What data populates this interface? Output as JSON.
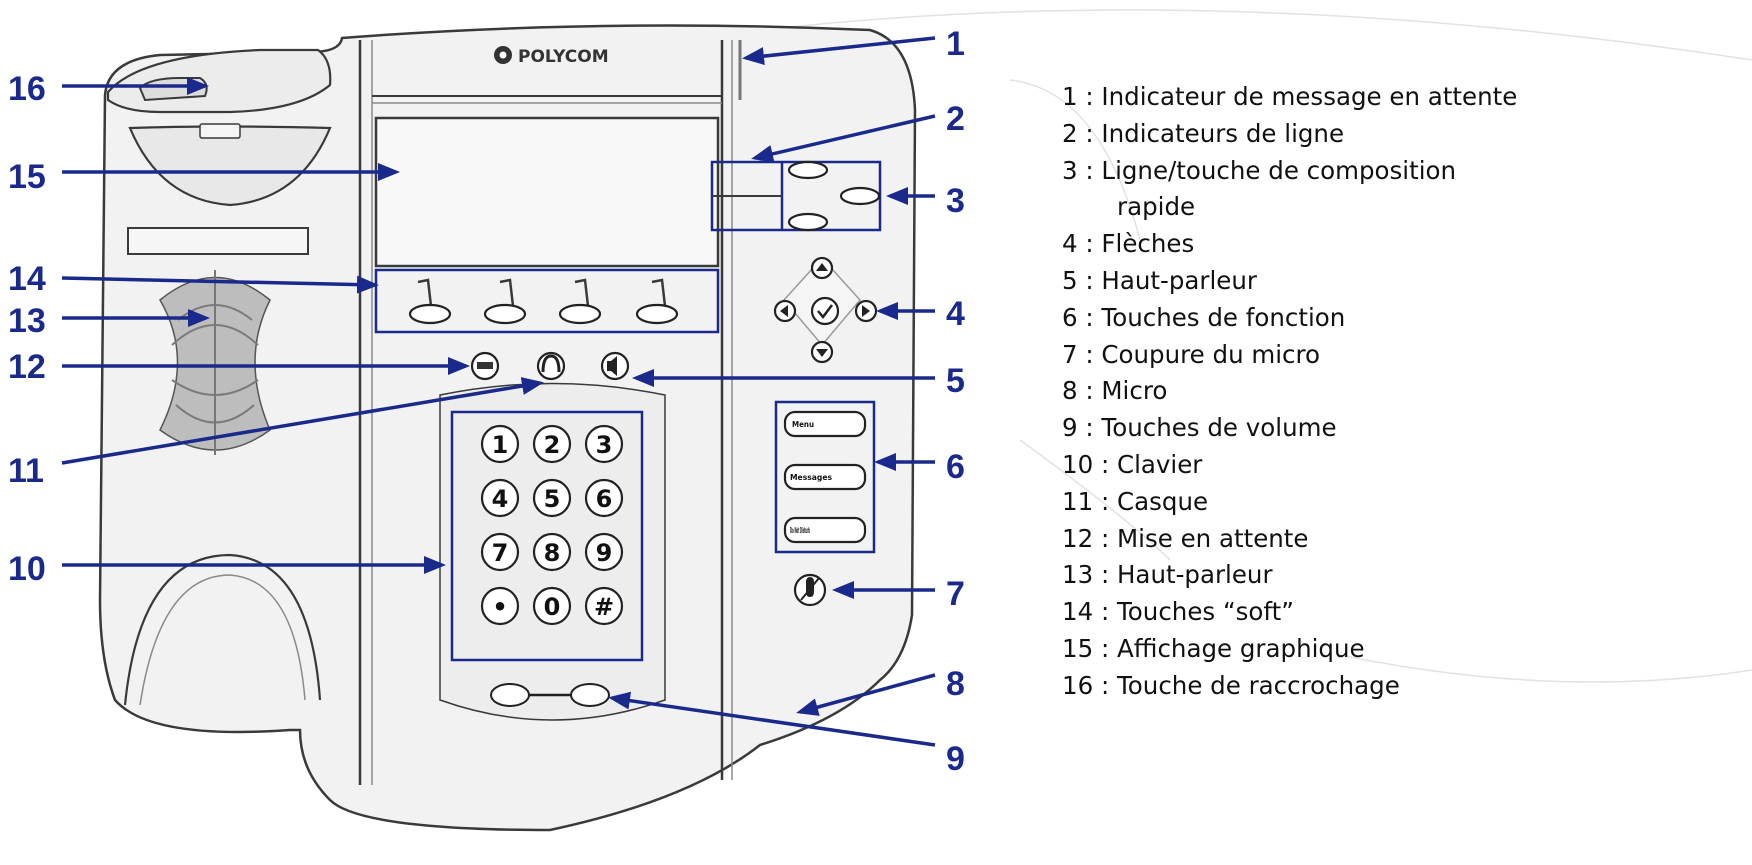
{
  "phone": {
    "brand": "POLYCOM"
  },
  "callouts": [
    "1",
    "2",
    "3",
    "4",
    "5",
    "6",
    "7",
    "8",
    "9",
    "10",
    "11",
    "12",
    "13",
    "14",
    "15",
    "16"
  ],
  "keypad": {
    "keys": [
      "1",
      "2",
      "3",
      "4",
      "5",
      "6",
      "7",
      "8",
      "9",
      "•",
      "0",
      "#"
    ]
  },
  "function_keys": [
    "Menu",
    "Messages",
    "Do Not Disturb"
  ],
  "legend": [
    {
      "text": "1 : Indicateur de message en attente"
    },
    {
      "text": "2 : Indicateurs de ligne"
    },
    {
      "text": "3 : Ligne/touche de composition",
      "continuation": "rapide"
    },
    {
      "text": "4 : Flèches"
    },
    {
      "text": "5 : Haut-parleur"
    },
    {
      "text": "6 : Touches de fonction"
    },
    {
      "text": "7 : Coupure du micro"
    },
    {
      "text": "8 : Micro"
    },
    {
      "text": "9 : Touches de volume"
    },
    {
      "text": "10 : Clavier"
    },
    {
      "text": "11 : Casque"
    },
    {
      "text": "12 : Mise en attente"
    },
    {
      "text": "13 : Haut-parleur"
    },
    {
      "text": "14 : Touches “soft”"
    },
    {
      "text": "15 : Affichage graphique"
    },
    {
      "text": "16 : Touche de raccrochage"
    }
  ],
  "colors": {
    "callout_blue": "#1a2a8c",
    "outline": "#3a3a3a"
  }
}
